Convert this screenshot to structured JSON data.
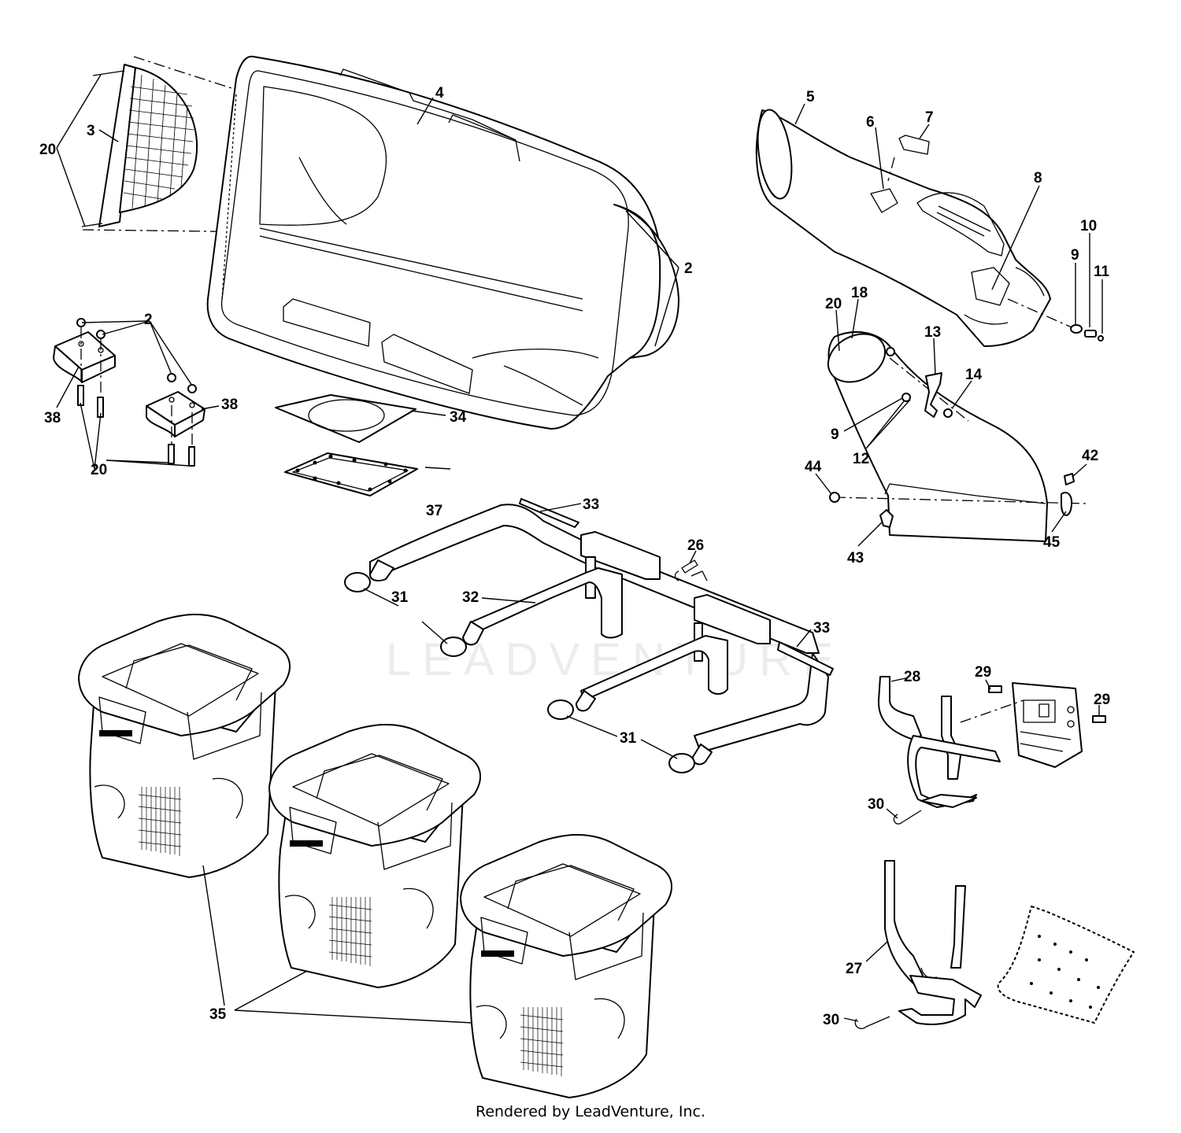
{
  "diagram": {
    "watermark_text": "LEADVENTURE",
    "footer_text": "Rendered by LeadVenture, Inc.",
    "callouts": {
      "c4": "4",
      "c20a": "20",
      "c3": "3",
      "c2a": "2",
      "c2b": "2",
      "c38a": "38",
      "c38b": "38",
      "c20b": "20",
      "c34": "34",
      "c37": "37",
      "c33a": "33",
      "c33b": "33",
      "c26": "26",
      "c32": "32",
      "c31a": "31",
      "c31b": "31",
      "c5": "5",
      "c6": "6",
      "c7": "7",
      "c8": "8",
      "c10": "10",
      "c9a": "9",
      "c11": "11",
      "c20c": "20",
      "c18": "18",
      "c13": "13",
      "c14": "14",
      "c9b": "9",
      "c12": "12",
      "c44": "44",
      "c42": "42",
      "c43": "43",
      "c45": "45",
      "c28": "28",
      "c29a": "29",
      "c29b": "29",
      "c30a": "30",
      "c27": "27",
      "c30b": "30",
      "c35": "35"
    }
  }
}
